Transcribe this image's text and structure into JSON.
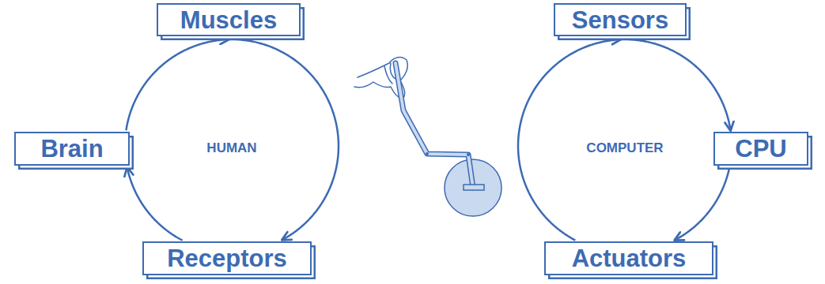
{
  "diagram": {
    "nodes": [
      {
        "text": [
          "Muscles"
        ]
      },
      {
        "text": [
          "Brain"
        ]
      },
      {
        "text": [
          "Receptors"
        ]
      },
      {
        "text": [
          "Sensors"
        ]
      },
      {
        "text": [
          "CPU"
        ]
      },
      {
        "text": [
          "Actuators"
        ]
      }
    ],
    "edges": [
      {
        "from": 1,
        "to": 0,
        "arrow": "to"
      },
      {
        "from": 0,
        "to": 2,
        "arrow": "to"
      },
      {
        "from": 2,
        "to": 1,
        "arrow": "to"
      },
      {
        "from": 3,
        "to": 4,
        "arrow": "to"
      },
      {
        "from": 4,
        "to": 5,
        "arrow": "to"
      },
      {
        "from": 5,
        "to": 3,
        "arrow": "to"
      }
    ],
    "labels": [
      "HUMAN",
      "COMPUTER"
    ]
  }
}
